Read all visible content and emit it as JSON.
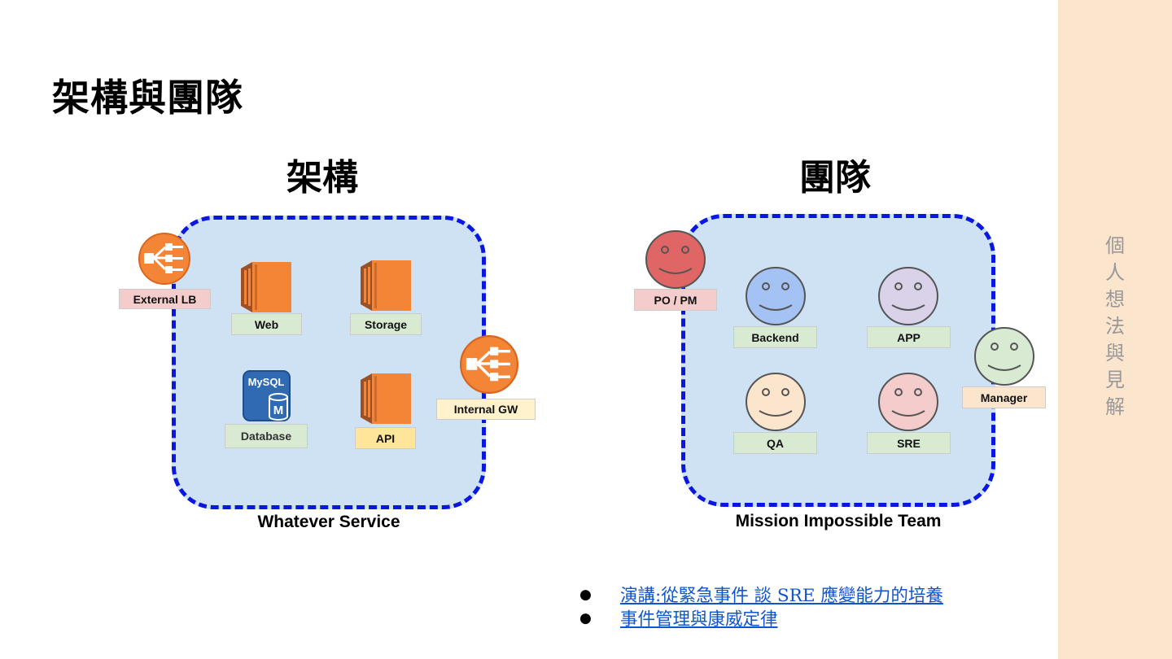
{
  "slide_title": "架構與團隊",
  "sidebar": {
    "text": "個人想法與見解",
    "color": "#fce5cd"
  },
  "architecture": {
    "title": "架構",
    "caption": "Whatever Service",
    "labels": {
      "external_lb": "External LB",
      "web": "Web",
      "storage": "Storage",
      "database": "Database",
      "api": "API",
      "internal_gw": "Internal GW"
    },
    "mysql_logo_text": "MySQL"
  },
  "team": {
    "title": "團隊",
    "caption": "Mission Impossible Team",
    "labels": {
      "po_pm": "PO / PM",
      "backend": "Backend",
      "app": "APP",
      "qa": "QA",
      "sre": "SRE",
      "manager": "Manager"
    }
  },
  "links": [
    "演講:從緊急事件 談 SRE 應變能力的培養",
    "事件管理與康威定律"
  ],
  "colors": {
    "box_border": "#0a17e0",
    "box_fill": "#cfe2f3",
    "aws_orange": "#f58536",
    "label_green": "#d9ead3",
    "label_pink": "#f4cccc",
    "label_yellow": "#ffe599",
    "label_cream": "#fff2cc",
    "label_peach": "#fce5cd",
    "link": "#1155cc"
  }
}
